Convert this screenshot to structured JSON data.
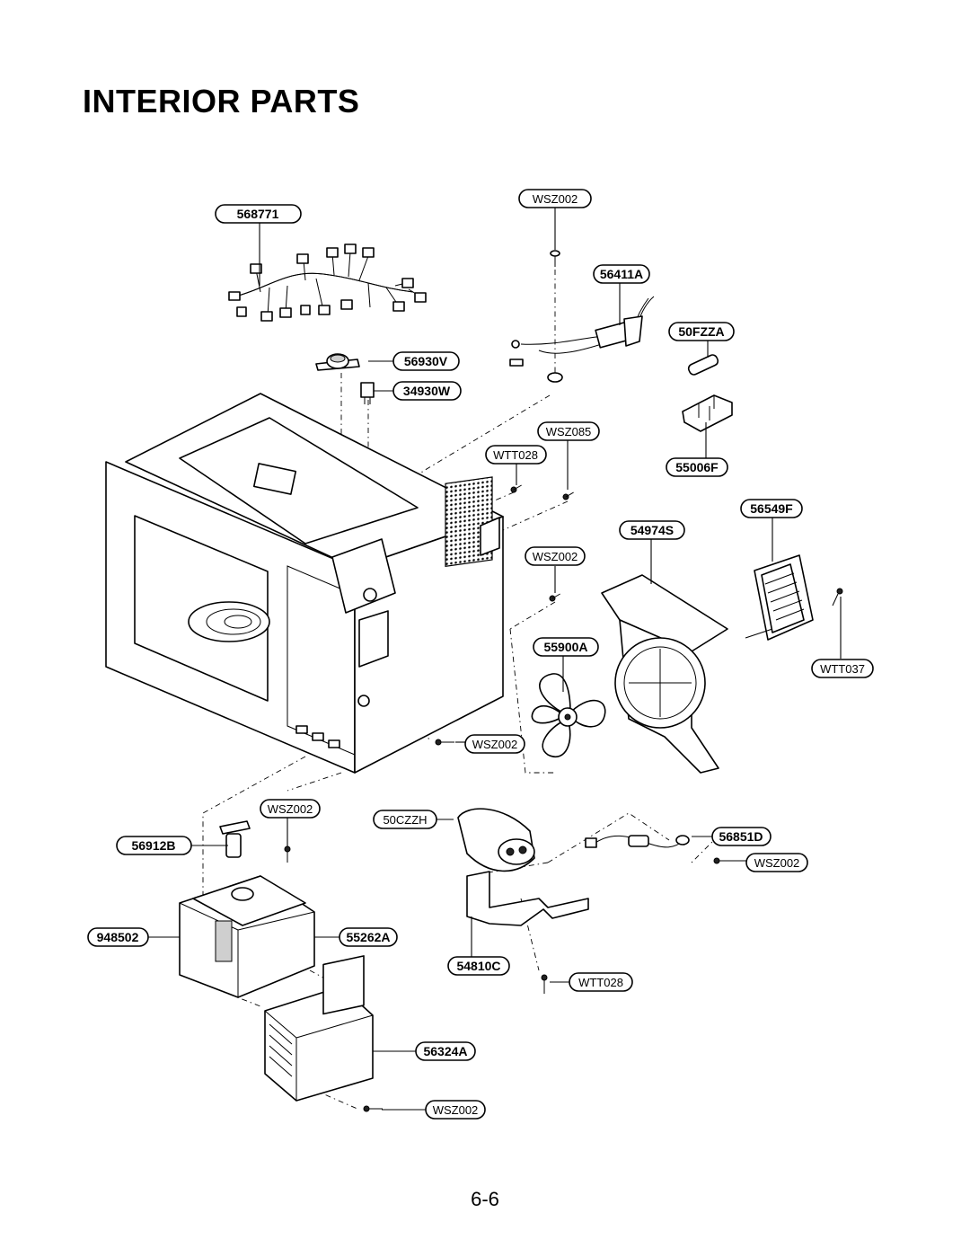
{
  "title": "INTERIOR PARTS",
  "page_number": "6-6",
  "labels": {
    "harness": "568771",
    "top_screw": "WSZ002",
    "thermal_fuse_lead": "56411A",
    "fuse": "50FZZA",
    "thermostat": "56930V",
    "switch": "34930W",
    "screw_wsz085": "WSZ085",
    "screw_wtt028_top": "WTT028",
    "fuse_holder": "55006F",
    "fan_motor": "56549F",
    "fan_duct": "54974S",
    "screw_mid": "WSZ002",
    "fan_blade": "55900A",
    "screw_wtt037": "WTT037",
    "screw_lower": "WSZ002",
    "screw_trans": "WSZ002",
    "capacitor": "50CZZH",
    "diode": "56851D",
    "screw_diode": "WSZ002",
    "trans_mount": "56912B",
    "transformer": "948502",
    "trans_bracket": "55262A",
    "cap_bracket": "54810C",
    "screw_wtt028_bottom": "WTT028",
    "magnetron": "56324A",
    "screw_bottom": "WSZ002"
  }
}
